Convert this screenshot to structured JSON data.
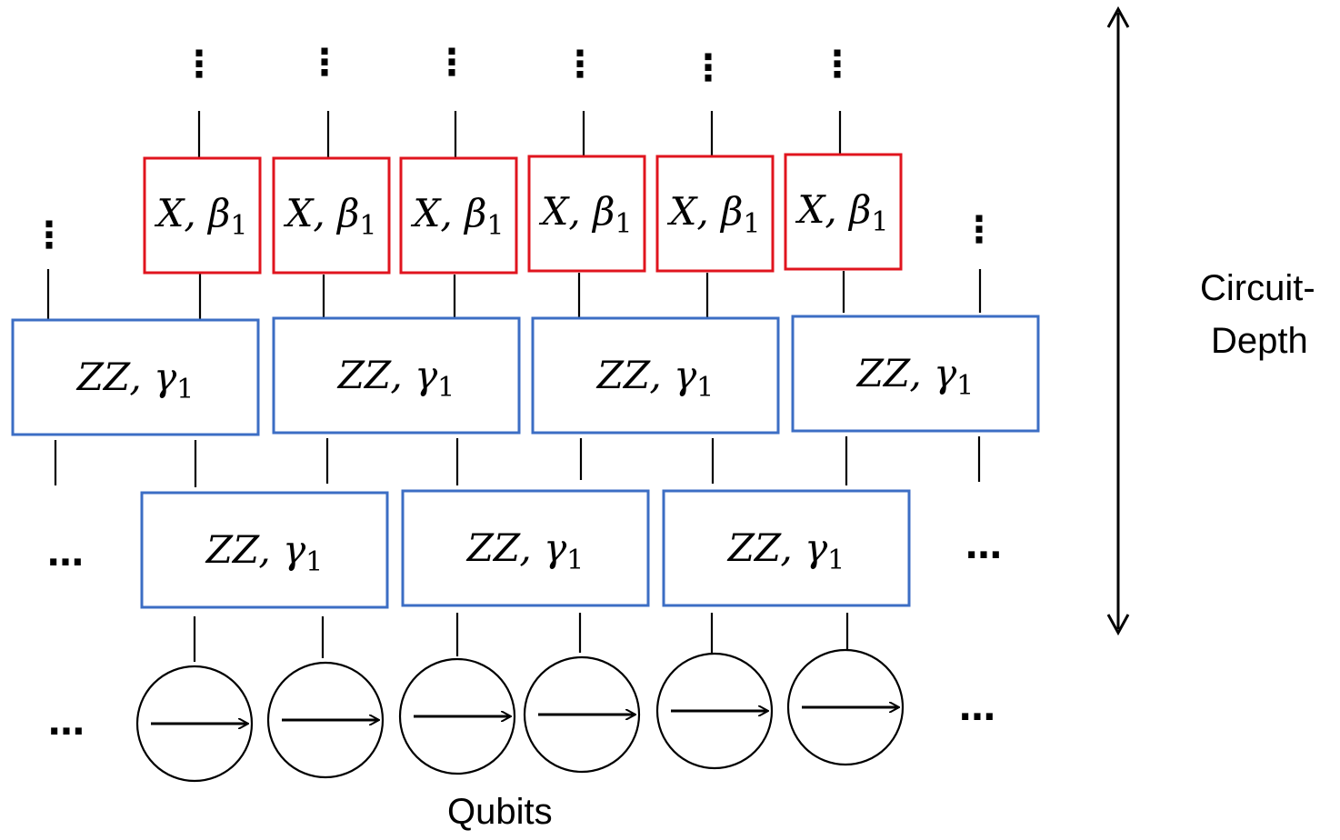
{
  "colors": {
    "mixer_gate_border": "#e0141e",
    "cost_gate_border": "#3c6ec4",
    "line": "#000000"
  },
  "mixer_layer": {
    "symbol": "X",
    "param": "β",
    "sub": "1",
    "gates": [
      {
        "id": 1
      },
      {
        "id": 2
      },
      {
        "id": 3
      },
      {
        "id": 4
      },
      {
        "id": 5
      },
      {
        "id": 6
      }
    ]
  },
  "cost_layer_top": {
    "symbol": "ZZ",
    "param": "γ",
    "sub": "1",
    "gates": [
      {
        "id": 1
      },
      {
        "id": 2
      },
      {
        "id": 3
      },
      {
        "id": 4
      }
    ]
  },
  "cost_layer_bottom": {
    "symbol": "ZZ",
    "param": "γ",
    "sub": "1",
    "gates": [
      {
        "id": 1
      },
      {
        "id": 2
      },
      {
        "id": 3
      }
    ]
  },
  "qubits": {
    "count": 6,
    "label": "Qubits"
  },
  "depth_axis": {
    "label_line1": "Circuit-",
    "label_line2": "Depth"
  },
  "ellipsis": {
    "vertical": "⋮",
    "horizontal": "…"
  }
}
